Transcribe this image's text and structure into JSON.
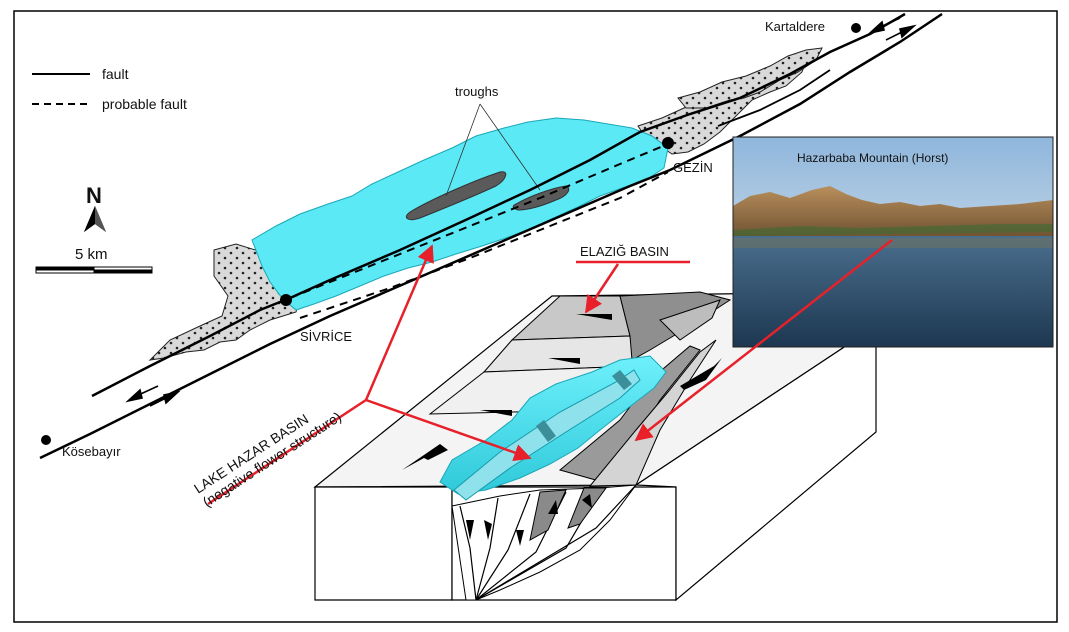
{
  "legend": {
    "fault": "fault",
    "probable_fault": "probable fault"
  },
  "north_label": "N",
  "scale_label": "5 km",
  "places": {
    "kartaldere": "Kartaldere",
    "gezin": "GEZİN",
    "sivrice": "SİVRİCE",
    "kosebayir": "Kösebayır"
  },
  "troughs_label": "troughs",
  "basin_label_line1": "LAKE HAZAR BASIN",
  "basin_label_line2": "(negative flower structure)",
  "elazig_label": "ELAZIĞ BASIN",
  "photo_caption": "Hazarbaba Mountain (Horst)",
  "colors": {
    "lake": "#5ce9f6",
    "trough": "#5a5a5a",
    "sediment": "#d9d9d9",
    "arrow": "#e8202a",
    "block_top": "#f2f2f2",
    "block_face": "#ffffff",
    "fault_slice": "#8f8f8f"
  },
  "icons": [
    "north-arrow-icon",
    "strike-slip-arrow-icon",
    "town-dot-icon"
  ]
}
